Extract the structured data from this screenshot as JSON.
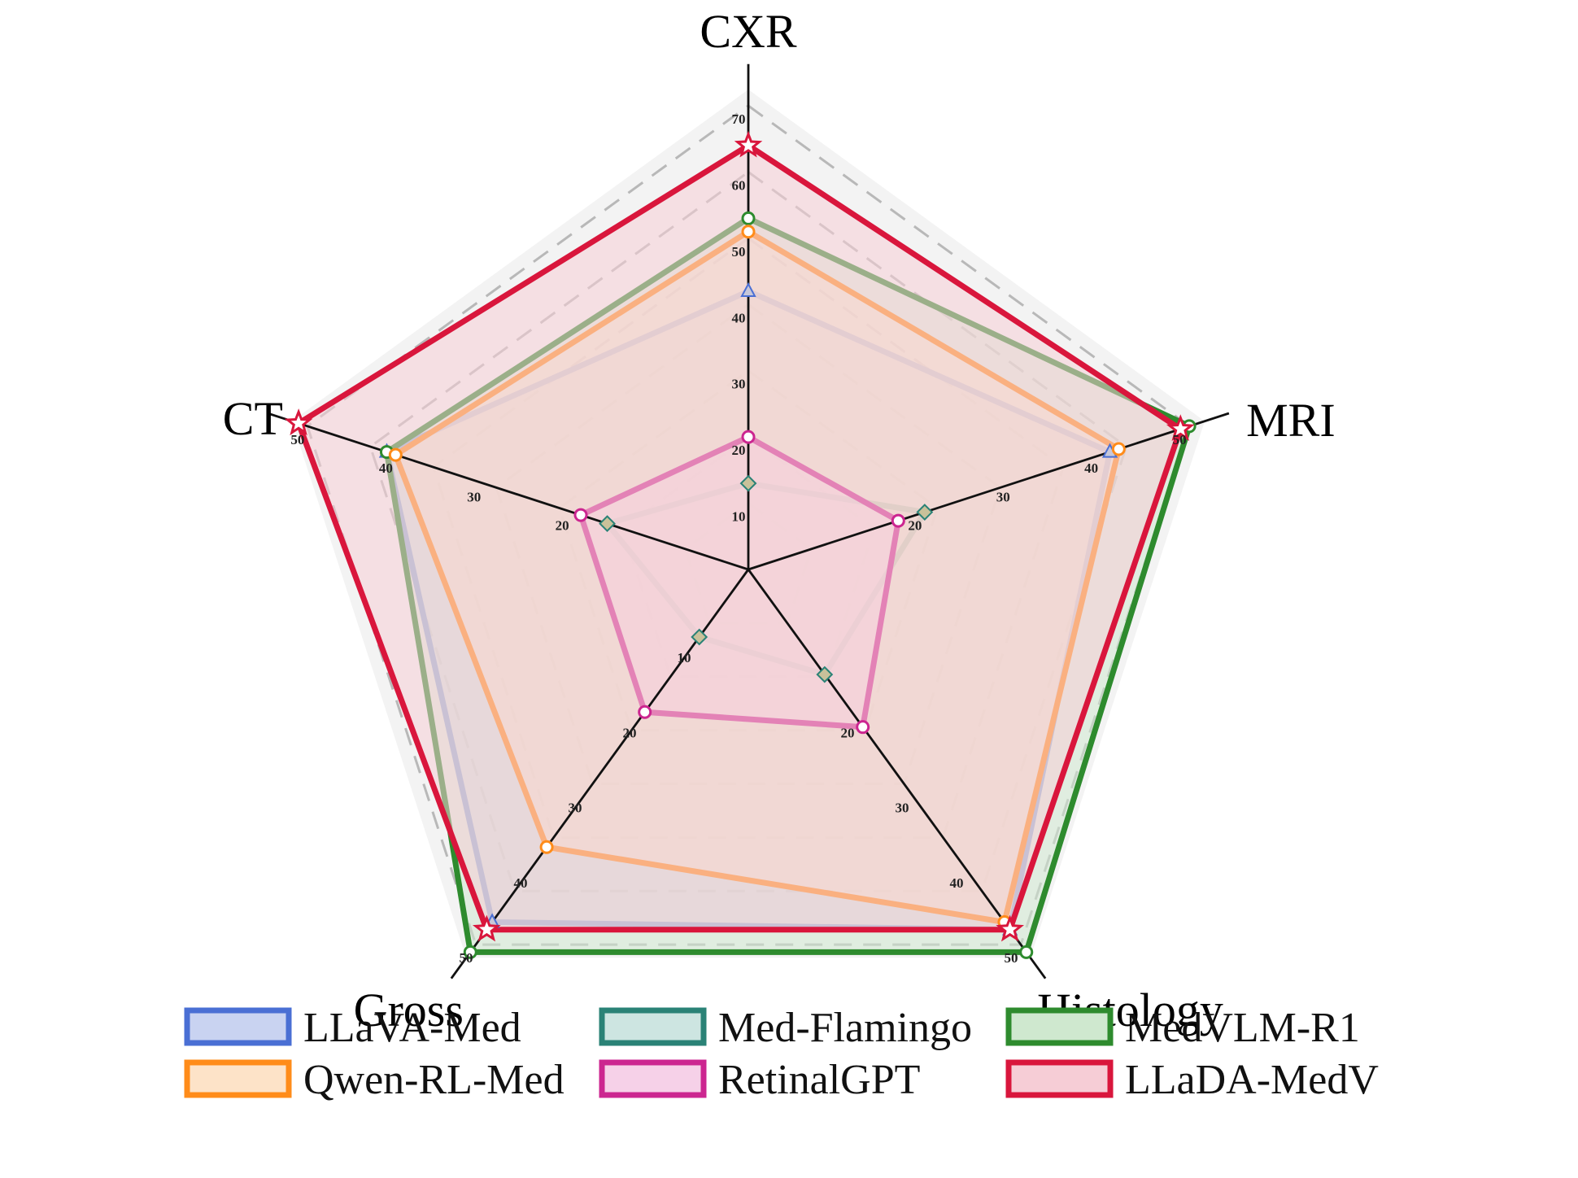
{
  "chart_data": {
    "type": "radar",
    "axes": [
      "CXR",
      "MRI",
      "Histology",
      "Gross",
      "CT"
    ],
    "axis_ranges": [
      [
        0,
        70
      ],
      [
        0,
        50
      ],
      [
        0,
        50
      ],
      [
        0,
        50
      ],
      [
        0,
        50
      ]
    ],
    "axis_ticks": [
      [
        "10",
        "20",
        "30",
        "40",
        "50",
        "60",
        "70"
      ],
      [
        "20",
        "30",
        "40",
        "50"
      ],
      [
        "20",
        "30",
        "40",
        "50"
      ],
      [
        "10",
        "20",
        "30",
        "40",
        "50"
      ],
      [
        "20",
        "30",
        "40",
        "50"
      ]
    ],
    "grid": true,
    "legend_position": "bottom",
    "series": [
      {
        "name": "LLaVA-Med",
        "values": [
          42,
          41,
          48,
          47,
          41
        ],
        "color": "#4a6fd4",
        "fill": "#c9d3f1",
        "marker": "triangle"
      },
      {
        "name": "Med-Flamingo",
        "values": [
          13,
          20,
          14,
          9,
          16
        ],
        "color": "#2a8276",
        "fill": "#cde5e1",
        "marker": "diamond"
      },
      {
        "name": "MedVLM-R1",
        "values": [
          53,
          50,
          51,
          51,
          41
        ],
        "color": "#2e8b2e",
        "fill": "#cfe8cf",
        "marker": "circle"
      },
      {
        "name": "Qwen-RL-Med",
        "values": [
          51,
          42,
          47,
          37,
          40
        ],
        "color": "#ff8c1a",
        "fill": "#fde3c8",
        "marker": "circle"
      },
      {
        "name": "RetinalGPT",
        "values": [
          20,
          17,
          21,
          19,
          19
        ],
        "color": "#cc2690",
        "fill": "#f6d1e8",
        "marker": "circle"
      },
      {
        "name": "LLaDA-MedV",
        "values": [
          64,
          49,
          48,
          48,
          51
        ],
        "color": "#d9163c",
        "fill": "#f6cdd6",
        "marker": "star"
      }
    ]
  }
}
